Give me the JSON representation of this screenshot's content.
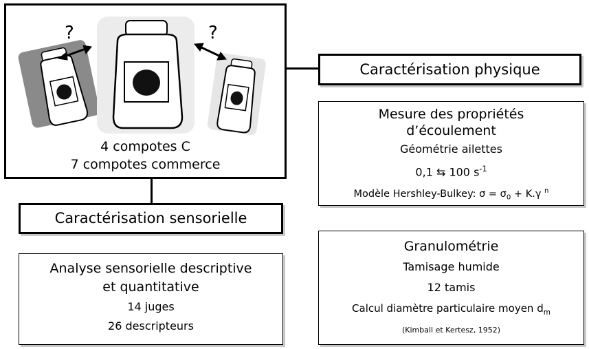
{
  "products": {
    "question_left": "?",
    "question_right": "?",
    "line1": "4 compotes C",
    "line2": "7 compotes commerce"
  },
  "physical": {
    "title": "Caractérisation physique",
    "flow": {
      "title_line1": "Mesure des propriétés",
      "title_line2": "d’écoulement",
      "geometry": "Géométrie ailettes",
      "range_prefix": "0,1 ⇆ 100 s",
      "range_exp": "-1",
      "model_label": "Modèle Hershley-Bulkey: σ = σ",
      "model_sub": "0",
      "model_mid": " + K.γ ",
      "model_exp": "n"
    },
    "granulo": {
      "title": "Granulométrie",
      "method": "Tamisage humide",
      "sieves": "12 tamis",
      "calc_label": "Calcul diamètre particulaire moyen d",
      "calc_sub": "m",
      "reference": "(Kimball et Kertesz, 1952)"
    }
  },
  "sensory": {
    "title": "Caractérisation sensorielle",
    "analysis": {
      "title_line1": "Analyse sensorielle descriptive",
      "title_line2": "et quantitative",
      "judges": "14 juges",
      "descriptors": "26 descripteurs"
    }
  }
}
